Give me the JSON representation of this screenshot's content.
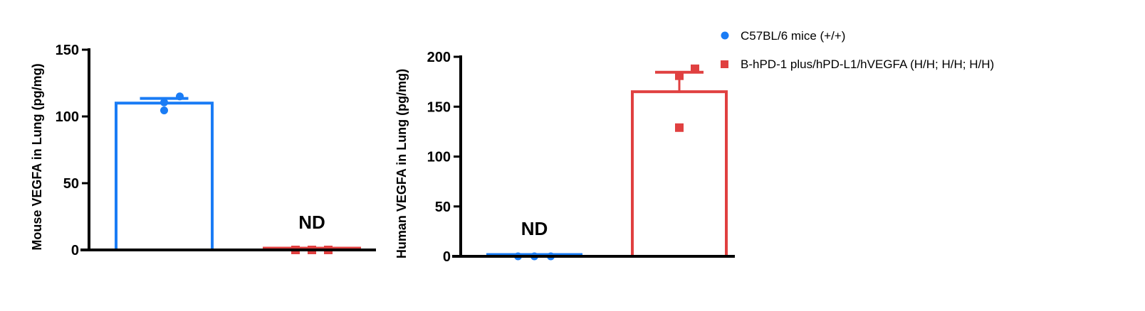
{
  "colors": {
    "wt": "#1a7cf5",
    "hum": "#e04040",
    "axis": "#000000"
  },
  "legend": [
    {
      "label": "C57BL/6 mice (+/+)",
      "marker": "circle",
      "color": "#1a7cf5"
    },
    {
      "label": "B-hPD-1 plus/hPD-L1/hVEGFA (H/H; H/H; H/H)",
      "marker": "square",
      "color": "#e04040"
    }
  ],
  "chart_data": [
    {
      "type": "bar",
      "ylabel": "Mouse VEGFA in Lung (pg/mg)",
      "ylim": [
        0,
        150
      ],
      "yticks": [
        0,
        50,
        100,
        150
      ],
      "groups": [
        {
          "name": "C57BL/6 mice (+/+)",
          "mean": 110,
          "sem": 3.5,
          "points": [
            115,
            104.5,
            110.5
          ],
          "marker": "circle",
          "nd": false
        },
        {
          "name": "B-hPD-1 plus/hPD-L1/hVEGFA (H/H; H/H; H/H)",
          "mean": 0,
          "sem": 0,
          "points": [
            0,
            0,
            0
          ],
          "marker": "square",
          "nd": true
        }
      ],
      "annotation": "ND"
    },
    {
      "type": "bar",
      "ylabel": "Human VEGFA in Lung (pg/mg)",
      "ylim": [
        0,
        200
      ],
      "yticks": [
        0,
        50,
        100,
        150,
        200
      ],
      "groups": [
        {
          "name": "C57BL/6 mice (+/+)",
          "mean": 0,
          "sem": 0,
          "points": [
            0,
            0,
            0
          ],
          "marker": "circle",
          "nd": true
        },
        {
          "name": "B-hPD-1 plus/hPD-L1/hVEGFA (H/H; H/H; H/H)",
          "mean": 165,
          "sem": 19.5,
          "points": [
            188,
            181,
            129
          ],
          "marker": "square",
          "nd": false
        }
      ],
      "annotation": "ND"
    }
  ]
}
